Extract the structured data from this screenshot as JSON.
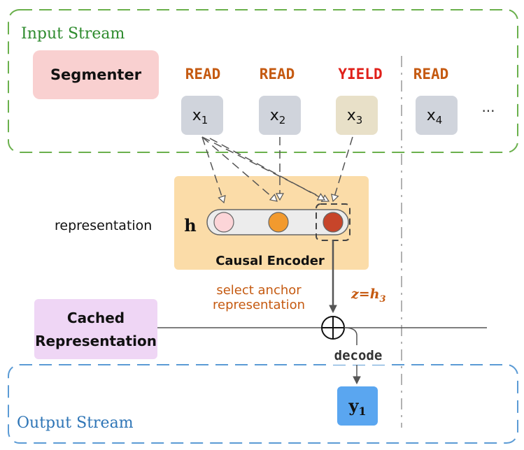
{
  "streams": {
    "input_label": "Input Stream",
    "output_label": "Output Stream"
  },
  "segmenter": {
    "label": "Segmenter"
  },
  "actions": [
    {
      "label": "READ",
      "color": "#c55a11"
    },
    {
      "label": "READ",
      "color": "#c55a11"
    },
    {
      "label": "YIELD",
      "color": "#e0201a"
    },
    {
      "label": "READ",
      "color": "#c55a11"
    }
  ],
  "tokens": [
    {
      "base": "x",
      "sub": "1"
    },
    {
      "base": "x",
      "sub": "2"
    },
    {
      "base": "x",
      "sub": "3"
    },
    {
      "base": "x",
      "sub": "4"
    }
  ],
  "ellipsis": "···",
  "encoder": {
    "row_label": "representation",
    "h_label": "h",
    "name": "Causal Encoder"
  },
  "anchor": {
    "note_line1": "select anchor",
    "note_line2": "representation",
    "z_label": "z=h",
    "z_sub": "3"
  },
  "cache": {
    "line1": "Cached",
    "line2": "Representation"
  },
  "decode_label": "decode",
  "output": {
    "base": "y",
    "sub": "1"
  },
  "colors": {
    "input_border": "#6ab04c",
    "input_text": "#2e8b2e",
    "output_border": "#5b9bd5",
    "output_text": "#2e75b6",
    "segmenter_fill": "#f9d0d0",
    "token_fill": "#d0d4dc",
    "yield_token_fill": "#e8e0c8",
    "encoder_fill": "#fbdca8",
    "cache_fill": "#efd6f5",
    "output_fill": "#5aa6f0",
    "anchor_text": "#c55a11",
    "circle1": "#fcd5d8",
    "circle2": "#f29a2e",
    "circle3": "#c7452a"
  }
}
